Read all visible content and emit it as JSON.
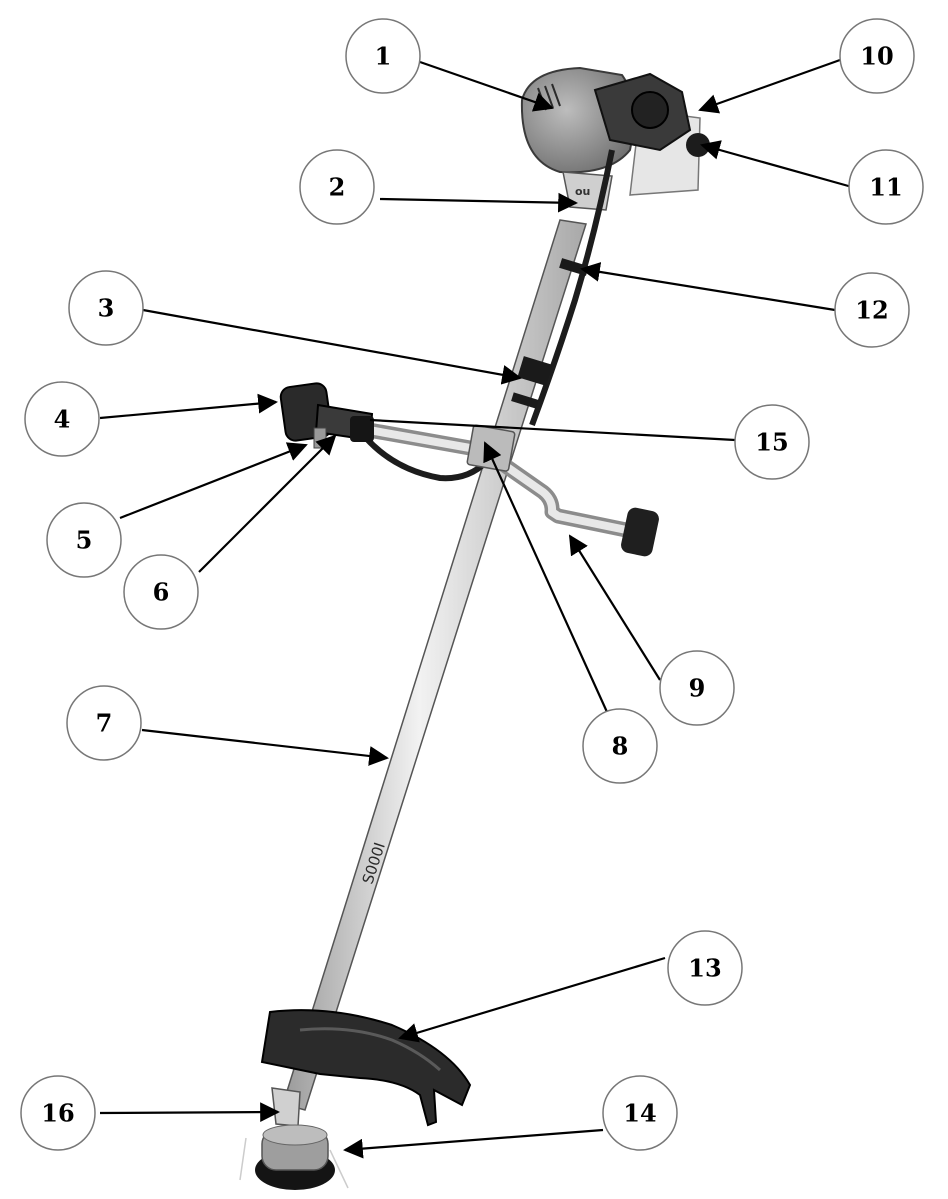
{
  "diagram": {
    "shaft_marking": "S000I",
    "callouts": [
      {
        "id": "1",
        "label": "1"
      },
      {
        "id": "2",
        "label": "2"
      },
      {
        "id": "3",
        "label": "3"
      },
      {
        "id": "4",
        "label": "4"
      },
      {
        "id": "5",
        "label": "5"
      },
      {
        "id": "6",
        "label": "6"
      },
      {
        "id": "7",
        "label": "7"
      },
      {
        "id": "8",
        "label": "8"
      },
      {
        "id": "9",
        "label": "9"
      },
      {
        "id": "10",
        "label": "10"
      },
      {
        "id": "11",
        "label": "11"
      },
      {
        "id": "12",
        "label": "12"
      },
      {
        "id": "13",
        "label": "13"
      },
      {
        "id": "14",
        "label": "14"
      },
      {
        "id": "15",
        "label": "15"
      },
      {
        "id": "16",
        "label": "16"
      }
    ]
  }
}
